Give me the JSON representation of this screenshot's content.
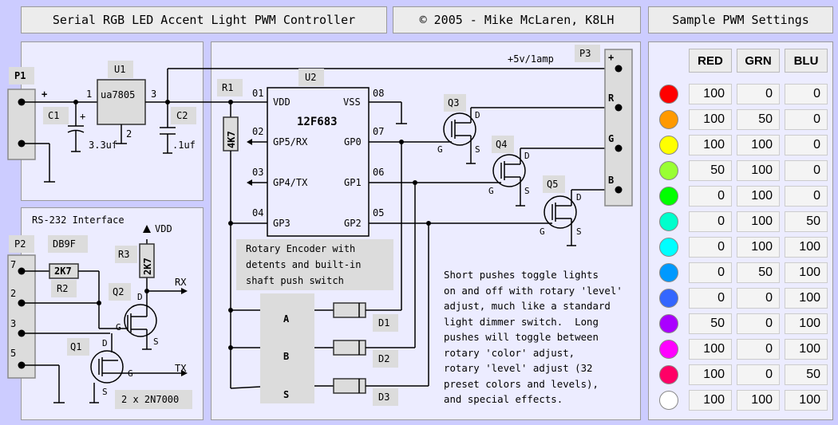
{
  "header": {
    "title": "Serial RGB LED Accent Light PWM Controller",
    "copyright": "© 2005 - Mike McLaren, K8LH",
    "pwm_title": "Sample PWM Settings"
  },
  "power": {
    "p1": "P1",
    "plus": "+",
    "c1": "C1",
    "c1_val": "3.3uf",
    "cap_plus": "+",
    "u1": "U1",
    "u1_part": "ua7805",
    "u1_pin1": "1",
    "u1_pin2": "2",
    "u1_pin3": "3",
    "c2": "C2",
    "c2_val": ".1uf"
  },
  "rs232": {
    "title": "RS-232 Interface",
    "p2": "P2",
    "db9": "DB9F",
    "pin7": "7",
    "pin2": "2",
    "pin3": "3",
    "pin5": "5",
    "r2": "R2",
    "r2_val": "2K7",
    "r3": "R3",
    "r3_val": "2K7",
    "vdd": "VDD",
    "q1": "Q1",
    "q2": "Q2",
    "rx": "RX",
    "tx": "TX",
    "d": "D",
    "g": "G",
    "s": "S",
    "mosfets": "2 x 2N7000"
  },
  "mcu": {
    "u2": "U2",
    "part": "12F683",
    "r1": "R1",
    "r1_val": "4K7",
    "pin01": "01",
    "pin02": "02",
    "pin03": "03",
    "pin04": "04",
    "pin05": "05",
    "pin06": "06",
    "pin07": "07",
    "pin08": "08",
    "vdd": "VDD",
    "vss": "VSS",
    "gp5": "GP5/RX",
    "gp4": "GP4/TX",
    "gp3": "GP3",
    "gp0": "GP0",
    "gp1": "GP1",
    "gp2": "GP2",
    "encoder_lines": [
      "Rotary Encoder with",
      "detents and built-in",
      "shaft push switch"
    ],
    "sw_a": "A",
    "sw_b": "B",
    "sw_s": "S",
    "d1": "D1",
    "d2": "D2",
    "d3": "D3"
  },
  "output": {
    "supply": "+5v/1amp",
    "p3": "P3",
    "plus": "+",
    "r": "R",
    "g_pin": "G",
    "b": "B",
    "q3": "Q3",
    "q4": "Q4",
    "q5": "Q5",
    "d": "D",
    "g": "G",
    "s": "S"
  },
  "note_lines": [
    "Short pushes toggle lights",
    "on and off with rotary 'level'",
    "adjust, much like a standard",
    "light dimmer switch.  Long",
    "pushes will toggle between",
    "rotary 'color' adjust,",
    "rotary 'level' adjust (32",
    "preset colors and levels),",
    "and special effects."
  ],
  "pwm": {
    "headers": [
      "RED",
      "GRN",
      "BLU"
    ],
    "rows": [
      {
        "color": "#ff0000",
        "r": "100",
        "g": "0",
        "b": "0"
      },
      {
        "color": "#ff9900",
        "r": "100",
        "g": "50",
        "b": "0"
      },
      {
        "color": "#ffff00",
        "r": "100",
        "g": "100",
        "b": "0"
      },
      {
        "color": "#99ff33",
        "r": "50",
        "g": "100",
        "b": "0"
      },
      {
        "color": "#00ff00",
        "r": "0",
        "g": "100",
        "b": "0"
      },
      {
        "color": "#00ffcc",
        "r": "0",
        "g": "100",
        "b": "50"
      },
      {
        "color": "#00ffff",
        "r": "0",
        "g": "100",
        "b": "100"
      },
      {
        "color": "#0099ff",
        "r": "0",
        "g": "50",
        "b": "100"
      },
      {
        "color": "#3366ff",
        "r": "0",
        "g": "0",
        "b": "100"
      },
      {
        "color": "#aa00ff",
        "r": "50",
        "g": "0",
        "b": "100"
      },
      {
        "color": "#ff00ff",
        "r": "100",
        "g": "0",
        "b": "100"
      },
      {
        "color": "#ff0066",
        "r": "100",
        "g": "0",
        "b": "50"
      },
      {
        "color": "#ffffff",
        "r": "100",
        "g": "100",
        "b": "100"
      }
    ]
  }
}
